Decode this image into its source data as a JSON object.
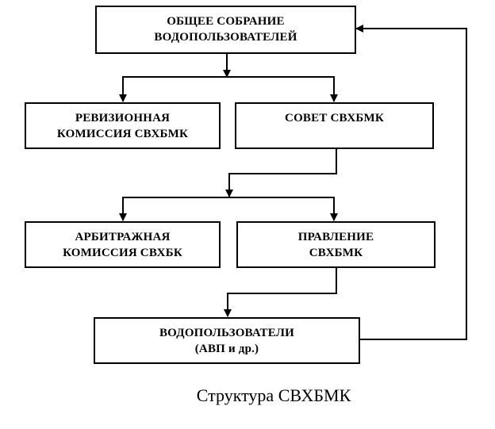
{
  "diagram": {
    "caption": "Структура СВХБМК",
    "nodes": {
      "general_meeting": {
        "line1": "ОБЩЕЕ СОБРАНИЕ",
        "line2": "ВОДОПОЛЬЗОВАТЕЛЕЙ"
      },
      "audit_commission": {
        "line1": "РЕВИЗИОННАЯ",
        "line2": "КОМИССИЯ СВХБМК"
      },
      "council": {
        "line1": "СОВЕТ СВХБМК",
        "line2": ""
      },
      "arbitration_commission": {
        "line1": "АРБИТРАЖНАЯ",
        "line2": "КОМИССИЯ СВХБК"
      },
      "board": {
        "line1": "ПРАВЛЕНИЕ",
        "line2": "СВХБМК"
      },
      "water_users": {
        "line1": "ВОДОПОЛЬЗОВАТЕЛИ",
        "line2": "(АВП и др.)"
      }
    },
    "edges": [
      {
        "from": "general_meeting",
        "to": "audit_commission"
      },
      {
        "from": "general_meeting",
        "to": "council"
      },
      {
        "from": "council",
        "to": "arbitration_commission"
      },
      {
        "from": "council",
        "to": "board"
      },
      {
        "from": "board",
        "to": "water_users"
      },
      {
        "from": "water_users",
        "to": "general_meeting"
      }
    ]
  }
}
